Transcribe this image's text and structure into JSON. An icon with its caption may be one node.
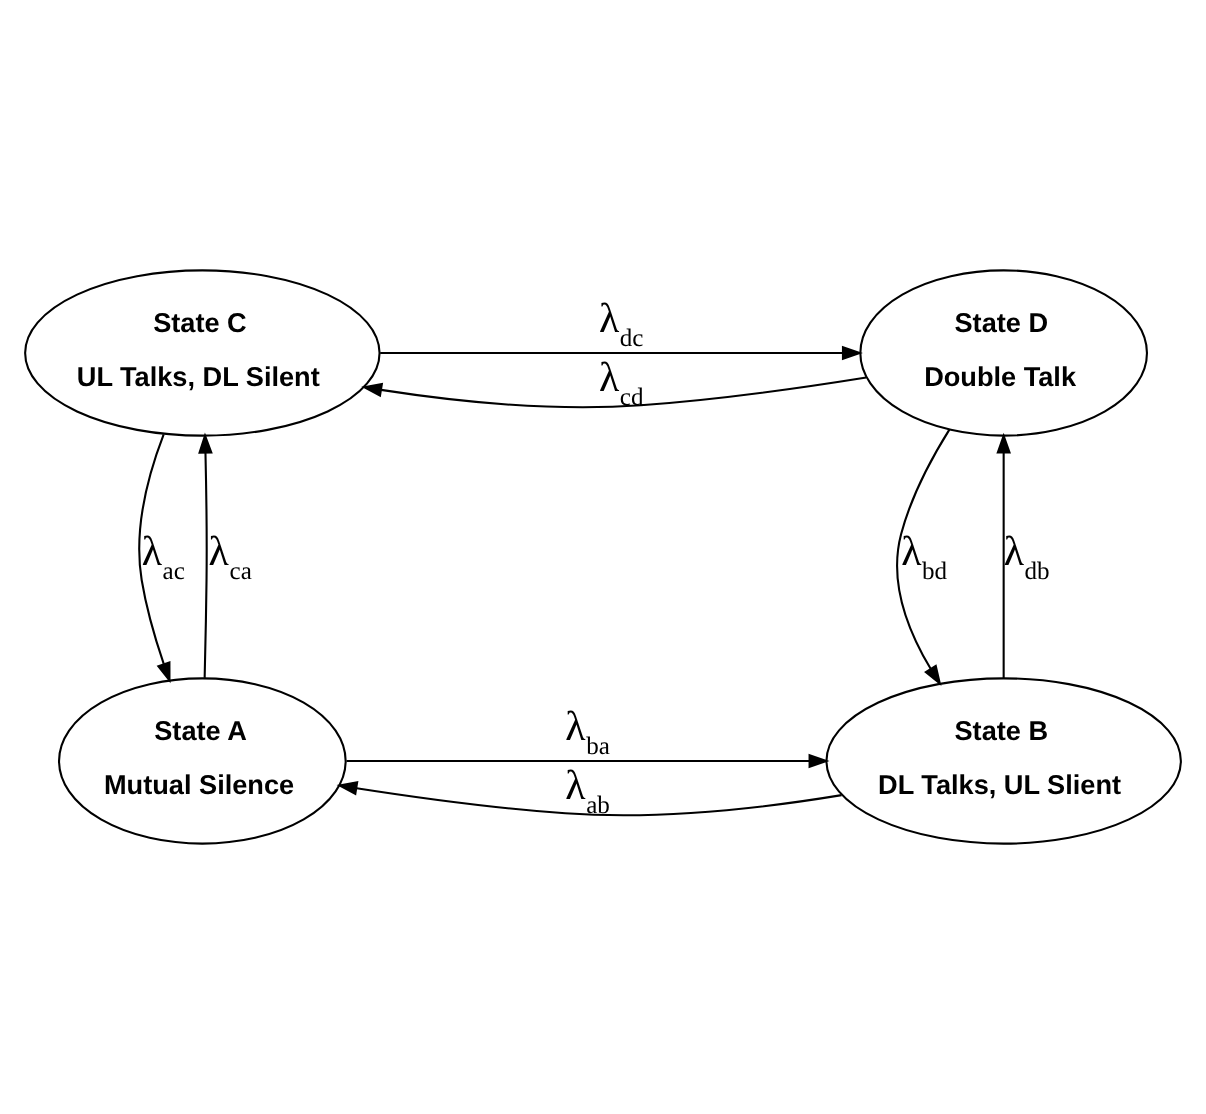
{
  "diagram": {
    "nodes": [
      {
        "text": [
          "State C",
          "UL Talks, DL Silent"
        ]
      },
      {
        "text": [
          "State D",
          "Double Talk"
        ]
      },
      {
        "text": [
          "State A",
          "Mutual Silence"
        ]
      },
      {
        "text": [
          "State B",
          "DL Talks, UL Slient"
        ]
      }
    ],
    "edges": [
      {
        "from": 0,
        "to": 1,
        "arrow": "to",
        "label": "λ$_{dc}$"
      },
      {
        "from": 1,
        "to": 0,
        "arrow": "to",
        "label": "λ$_{cd}$"
      },
      {
        "from": 2,
        "to": 0,
        "arrow": "to",
        "label": "λ$_{ca}$"
      },
      {
        "from": 0,
        "to": 2,
        "arrow": "to",
        "label": "λ$_{ac}$"
      },
      {
        "from": 3,
        "to": 1,
        "arrow": "to",
        "label": "λ$_{db}$"
      },
      {
        "from": 1,
        "to": 3,
        "arrow": "to",
        "label": "λ$_{bd}$"
      },
      {
        "from": 2,
        "to": 3,
        "arrow": "to",
        "label": "λ$_{ba}$"
      },
      {
        "from": 3,
        "to": 2,
        "arrow": "to",
        "label": "λ$_{ab}$"
      }
    ]
  }
}
